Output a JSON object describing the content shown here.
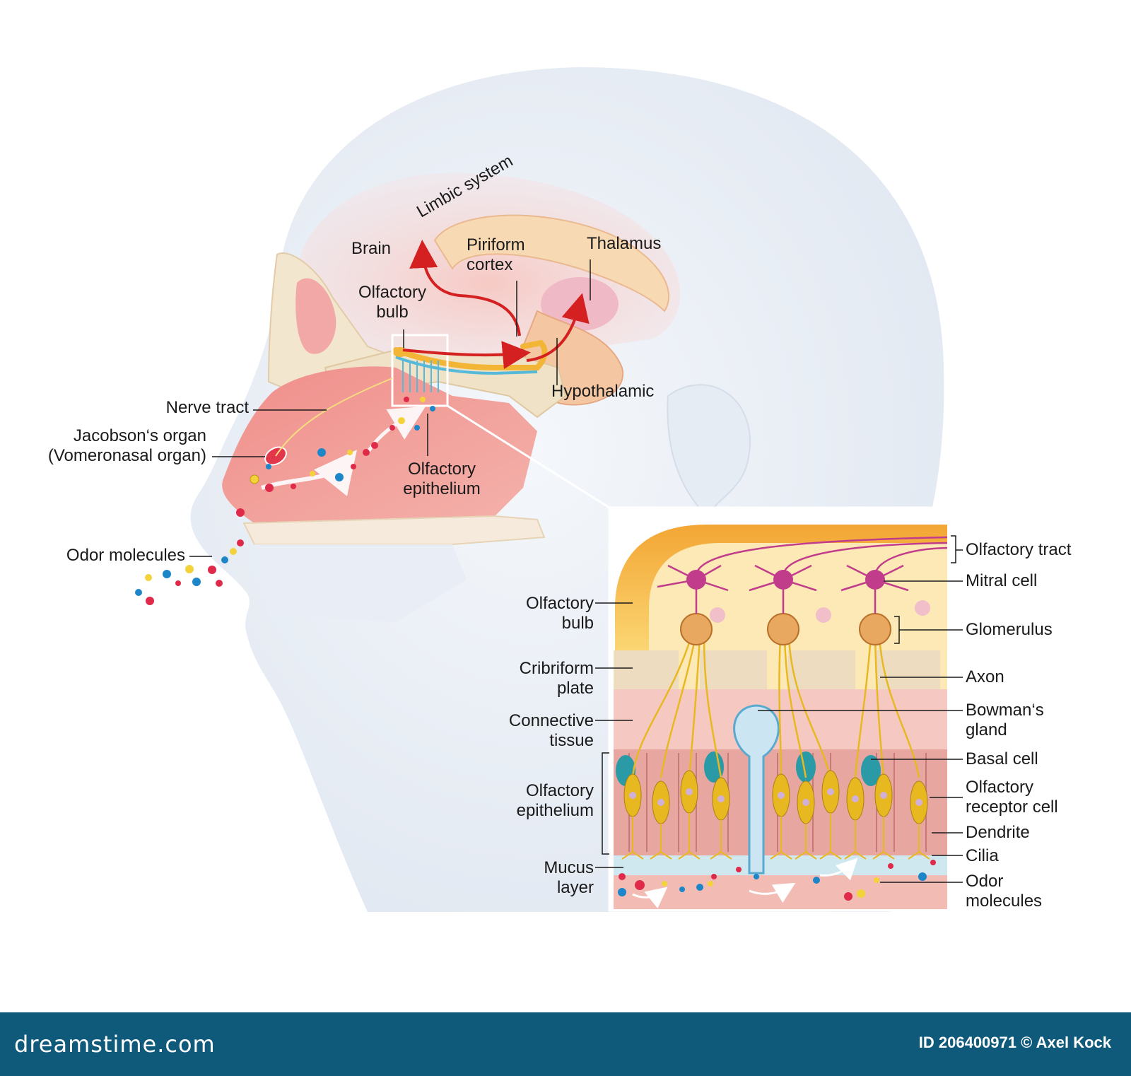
{
  "head_labels": {
    "limbic_system": "Limbic system",
    "brain": "Brain",
    "piriform_cortex": [
      "Piriform",
      "cortex"
    ],
    "thalamus": "Thalamus",
    "olfactory_bulb": [
      "Olfactory",
      "bulb"
    ],
    "hypothalamic": "Hypothalamic",
    "nerve_tract": "Nerve tract",
    "jacobsons_organ": [
      "Jacobson‘s organ",
      "(Vomeronasal organ)"
    ],
    "olfactory_epithelium": [
      "Olfactory",
      "epithelium"
    ],
    "odor_molecules": "Odor molecules"
  },
  "inset_left_labels": {
    "olfactory_bulb": [
      "Olfactory",
      "bulb"
    ],
    "cribriform_plate": [
      "Cribriform",
      "plate"
    ],
    "connective_tissue": [
      "Connective",
      "tissue"
    ],
    "olfactory_epithelium": [
      "Olfactory",
      "epithelium"
    ],
    "mucus_layer": [
      "Mucus",
      "layer"
    ]
  },
  "inset_right_labels": {
    "olfactory_tract": "Olfactory tract",
    "mitral_cell": "Mitral cell",
    "glomerulus": "Glomerulus",
    "axon": "Axon",
    "bowmans_gland": [
      "Bowman‘s",
      "gland"
    ],
    "basal_cell": "Basal cell",
    "olfactory_receptor_cell": [
      "Olfactory",
      "receptor cell"
    ],
    "dendrite": "Dendrite",
    "cilia": "Cilia",
    "odor_molecules": [
      "Odor",
      "molecules"
    ]
  },
  "footer": {
    "site": "dreamstime.com",
    "id_credit": "ID 206400971 © Axel Kock"
  },
  "colors": {
    "footer_bg": "#0f5a7a",
    "arrow_red": "#d42020",
    "nasal_pink": "#ee8f8f",
    "bulb_yellow": "#f2b536",
    "neuron_magenta": "#c23c8c",
    "receptor_gold": "#e8b820"
  }
}
